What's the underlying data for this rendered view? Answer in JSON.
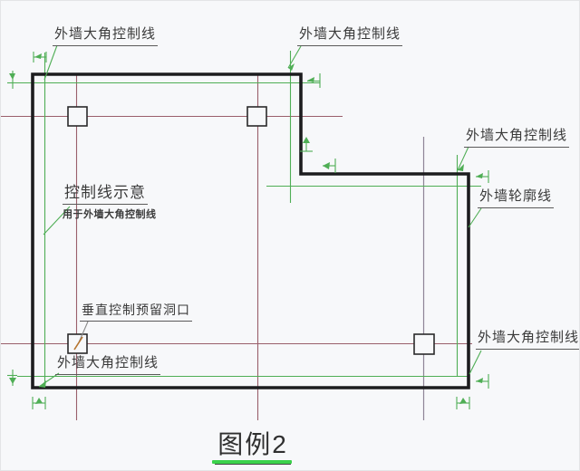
{
  "title": {
    "text": "图例2"
  },
  "labels": {
    "top_left": "外墙大角控制线",
    "top_right": "外墙大角控制线",
    "right_corner": "外墙大角控制线",
    "wall_outline": "外墙轮廓线",
    "note_title": "控制线示意",
    "note_sub": "用于外墙大角控制线",
    "opening": "垂直控制预留洞口",
    "bottom_left": "外墙大角控制线",
    "bottom_right": "外墙大角控制线"
  },
  "colors": {
    "background": "#f7f8fa",
    "outline": "#1c1c1e",
    "control_line": "#4fae55",
    "axis_line": "#9a5f6b",
    "axis_line_alt": "#8f8596",
    "leader_gray": "#8a8a8a",
    "leader_accent": "#b5742f",
    "label_text": "#3a3a3a",
    "label_underline": "#5a5a5a",
    "title_underline": "#3bd24b"
  }
}
